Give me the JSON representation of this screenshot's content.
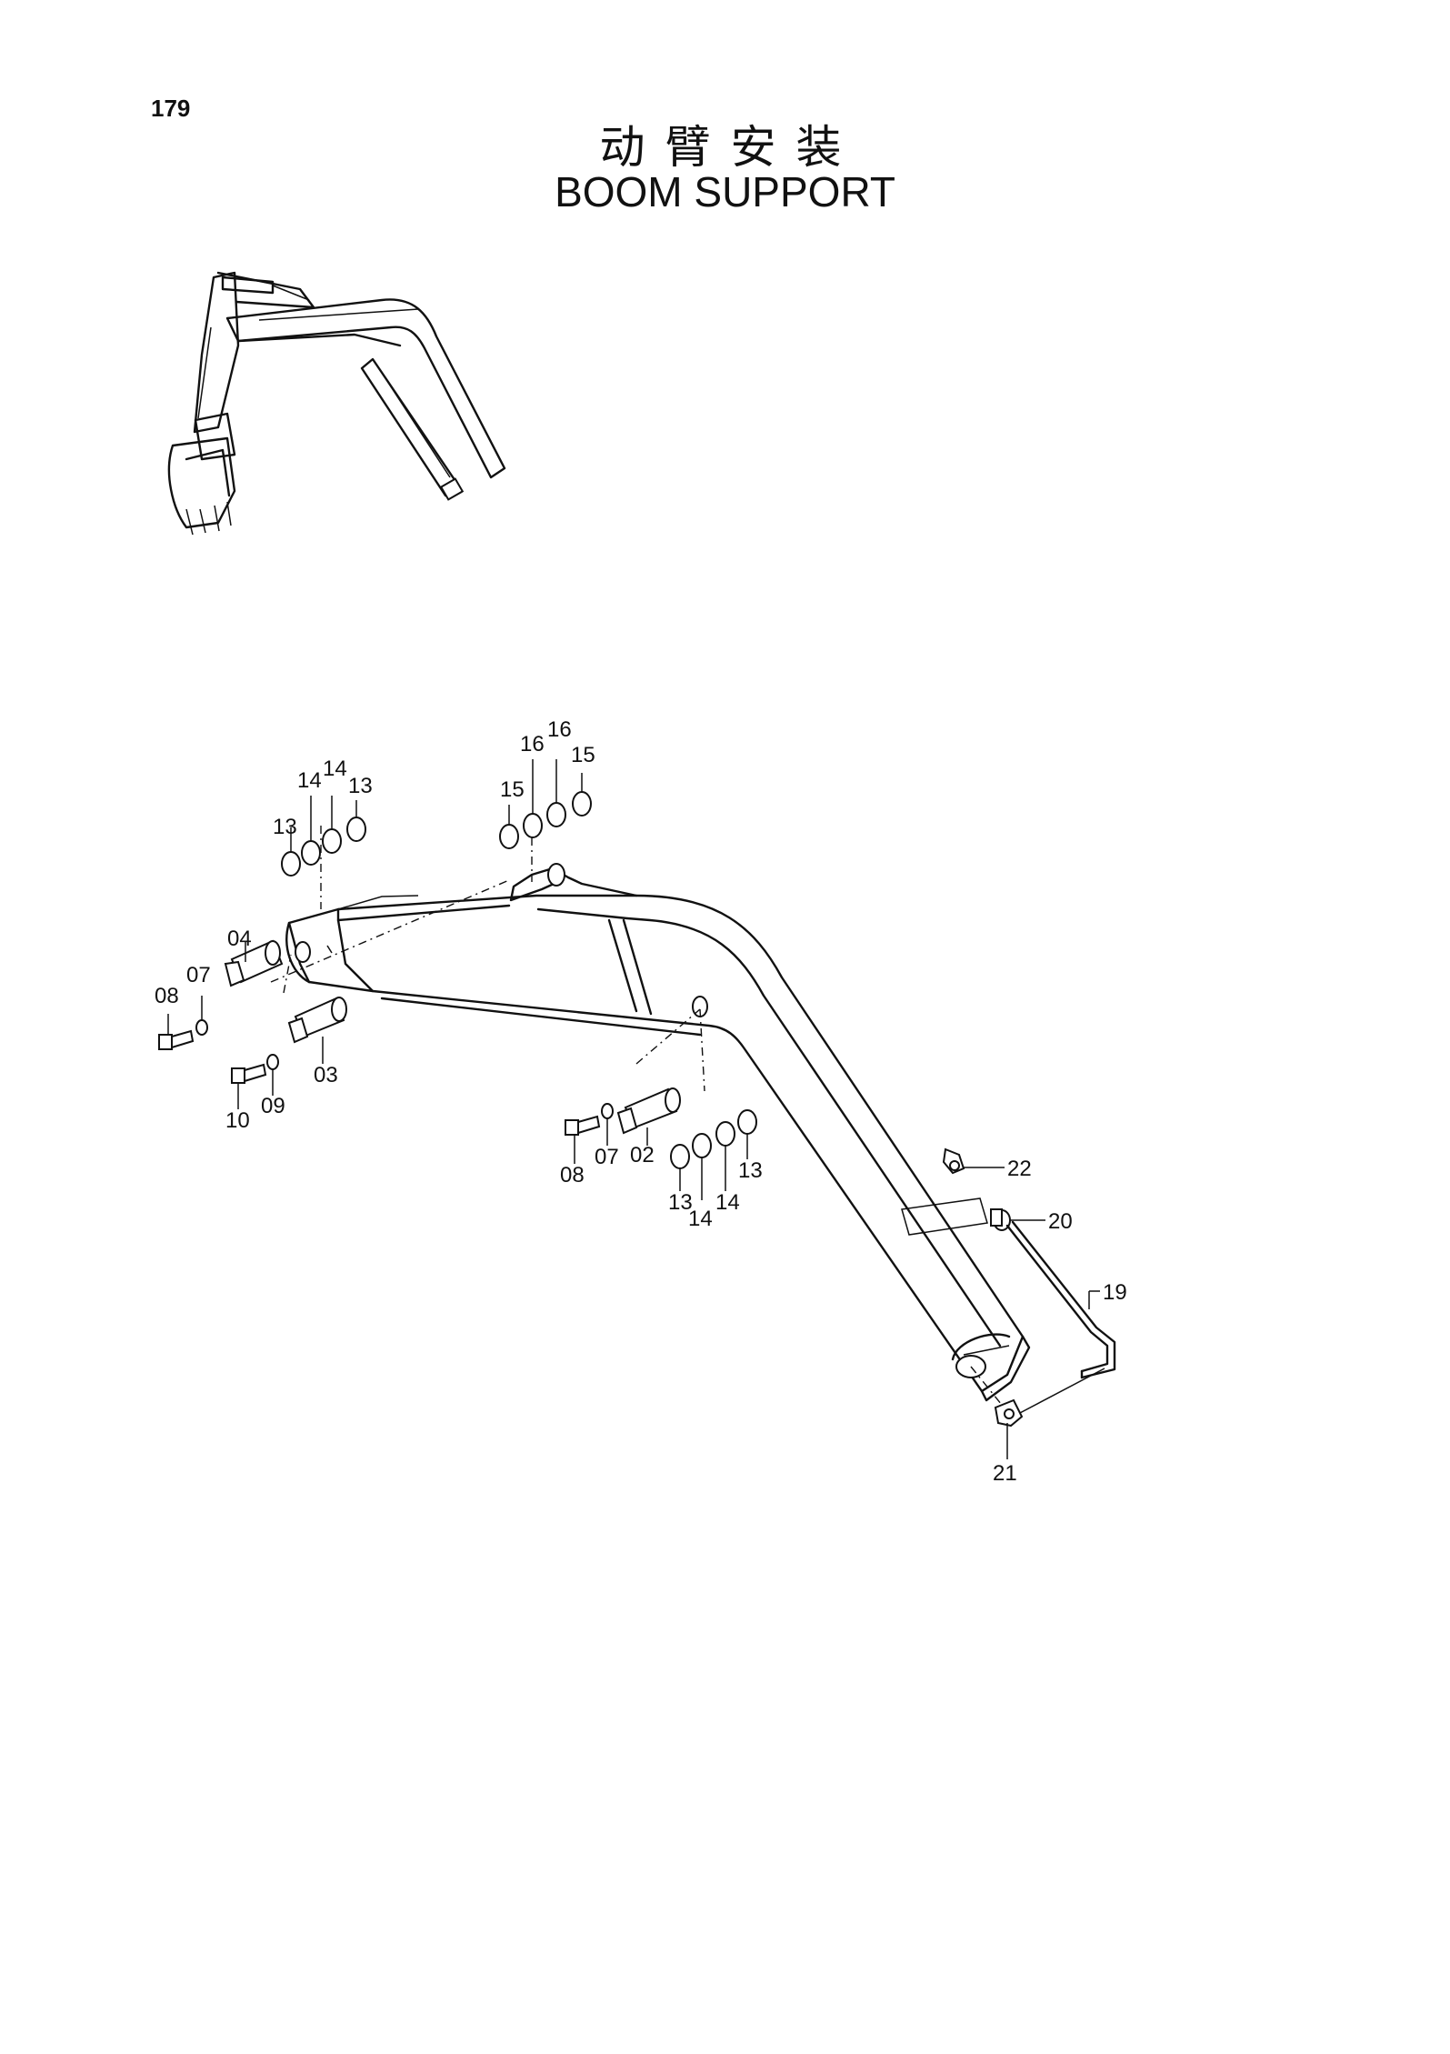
{
  "page_number": "179",
  "title_cn": "动臂安装",
  "title_en": "BOOM SUPPORT",
  "callouts": [
    {
      "id": "c13a",
      "text": "13"
    },
    {
      "id": "c14a",
      "text": "14"
    },
    {
      "id": "c14b",
      "text": "14"
    },
    {
      "id": "c13b",
      "text": "13"
    },
    {
      "id": "c15a",
      "text": "15"
    },
    {
      "id": "c16a",
      "text": "16"
    },
    {
      "id": "c16b",
      "text": "16"
    },
    {
      "id": "c15b",
      "text": "15"
    },
    {
      "id": "c04",
      "text": "04"
    },
    {
      "id": "c07a",
      "text": "07"
    },
    {
      "id": "c08a",
      "text": "08"
    },
    {
      "id": "c03",
      "text": "03"
    },
    {
      "id": "c10",
      "text": "10"
    },
    {
      "id": "c09",
      "text": "09"
    },
    {
      "id": "c08b",
      "text": "08"
    },
    {
      "id": "c07b",
      "text": "07"
    },
    {
      "id": "c02",
      "text": "02"
    },
    {
      "id": "c13c",
      "text": "13"
    },
    {
      "id": "c14c",
      "text": "14"
    },
    {
      "id": "c14d",
      "text": "14"
    },
    {
      "id": "c13d",
      "text": "13"
    },
    {
      "id": "c22",
      "text": "22"
    },
    {
      "id": "c20",
      "text": "20"
    },
    {
      "id": "c19",
      "text": "19"
    },
    {
      "id": "c21",
      "text": "21"
    }
  ]
}
